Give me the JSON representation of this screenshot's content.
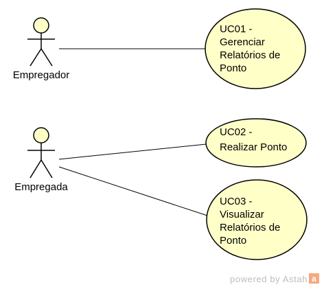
{
  "colors": {
    "fill": "#ffffc8",
    "stroke": "#000000",
    "watermark": "#bdbdbd",
    "astah_logo": "#f5a97f"
  },
  "actors": [
    {
      "id": "empregador",
      "label": "Empregador"
    },
    {
      "id": "empregada",
      "label": "Empregada"
    }
  ],
  "use_cases": [
    {
      "id": "uc01",
      "lines": [
        "UC01 -",
        "Gerenciar",
        "Relatórios de",
        "Ponto"
      ]
    },
    {
      "id": "uc02",
      "lines": [
        "UC02 -",
        "Realizar Ponto"
      ]
    },
    {
      "id": "uc03",
      "lines": [
        "UC03 -",
        "Visualizar",
        "Relatórios de",
        "Ponto"
      ]
    }
  ],
  "associations": [
    {
      "actor": "empregador",
      "use_case": "uc01"
    },
    {
      "actor": "empregada",
      "use_case": "uc02"
    },
    {
      "actor": "empregada",
      "use_case": "uc03"
    }
  ],
  "watermark": {
    "text": "powered by Astah",
    "logo_glyph": "a"
  }
}
